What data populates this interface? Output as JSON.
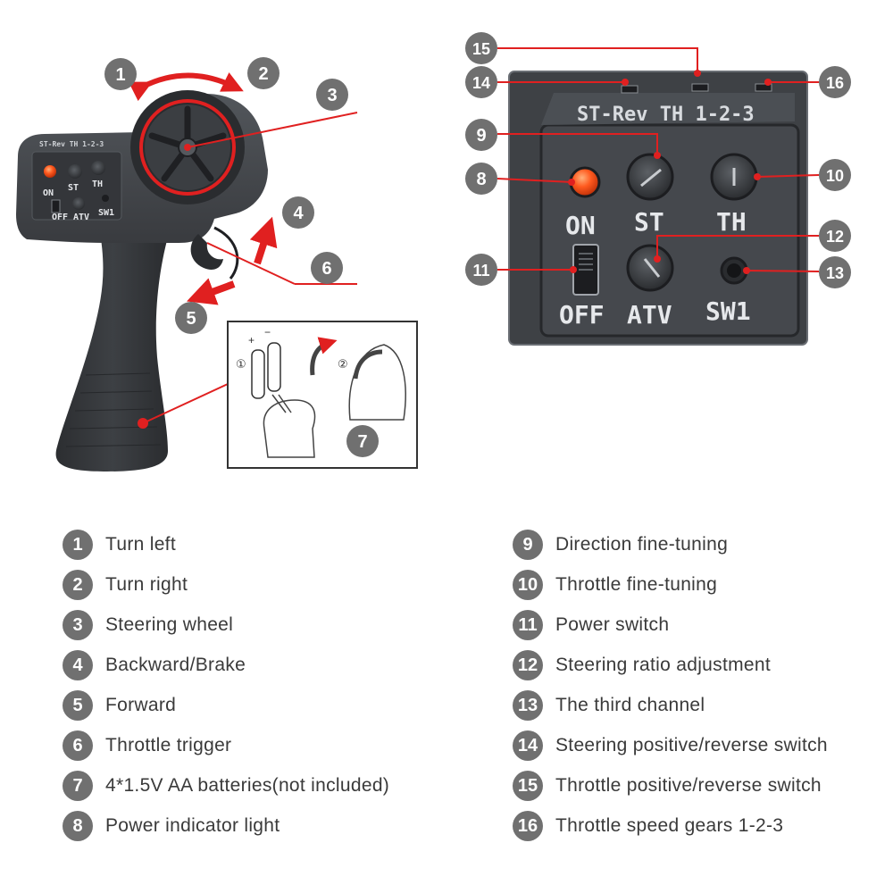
{
  "colors": {
    "callout_gray": "#707070",
    "accent_red": "#e02020",
    "body_dark": "#3f4246",
    "panel_dark": "#45484d",
    "led_orange": "#ff5a1f"
  },
  "markers": {
    "m1": "1",
    "m2": "2",
    "m3": "3",
    "m4": "4",
    "m5": "5",
    "m6": "6",
    "m7": "7",
    "m8": "8",
    "m9": "9",
    "m10": "10",
    "m11": "11",
    "m12": "12",
    "m13": "13",
    "m14": "14",
    "m15": "15",
    "m16": "16"
  },
  "panel": {
    "top_label": "ST-Rev TH 1-2-3",
    "on": "ON",
    "st": "ST",
    "th": "TH",
    "off": "OFF",
    "atv": "ATV",
    "sw1": "SW1"
  },
  "small_panel": {
    "top_label": "ST-Rev TH 1-2-3",
    "on": "ON",
    "st": "ST",
    "th": "TH",
    "off": "OFF",
    "atv": "ATV",
    "sw1": "SW1"
  },
  "battery_inset": {
    "step1": "①",
    "step2": "②",
    "plus": "+",
    "minus": "−"
  },
  "legend": {
    "left": [
      {
        "num": "1",
        "label": "Turn left"
      },
      {
        "num": "2",
        "label": "Turn right"
      },
      {
        "num": "3",
        "label": "Steering wheel"
      },
      {
        "num": "4",
        "label": "Backward/Brake"
      },
      {
        "num": "5",
        "label": "Forward"
      },
      {
        "num": "6",
        "label": "Throttle trigger"
      },
      {
        "num": "7",
        "label": "4*1.5V AA batteries(not included)"
      },
      {
        "num": "8",
        "label": "Power indicator light"
      }
    ],
    "right": [
      {
        "num": "9",
        "label": "Direction fine-tuning"
      },
      {
        "num": "10",
        "label": "Throttle fine-tuning"
      },
      {
        "num": "11",
        "label": "Power switch"
      },
      {
        "num": "12",
        "label": "Steering ratio adjustment"
      },
      {
        "num": "13",
        "label": "The third channel"
      },
      {
        "num": "14",
        "label": "Steering positive/reverse switch"
      },
      {
        "num": "15",
        "label": "Throttle positive/reverse switch"
      },
      {
        "num": "16",
        "label": "Throttle speed gears 1-2-3"
      }
    ]
  }
}
